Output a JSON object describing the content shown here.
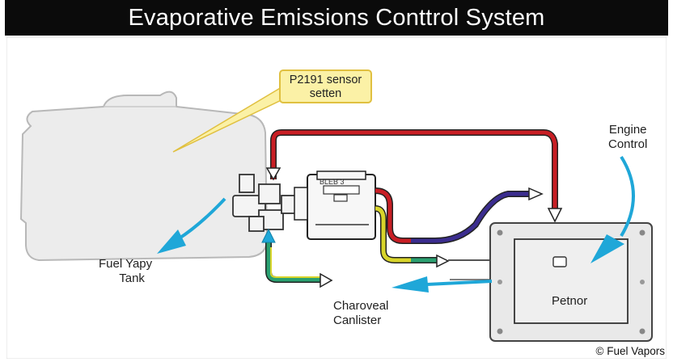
{
  "title": "Evaporative Emissions Conttrol System",
  "callout": {
    "line1": "P2191 sensor",
    "line2": "setten"
  },
  "labels": {
    "fuel_tank_line1": "Fuel Yapy",
    "fuel_tank_line2": "Tank",
    "engine_control_line1": "Engine",
    "engine_control_line2": "Control",
    "charcoal_canister_line1": "Charoveal",
    "charcoal_canister_line2": "Canlister",
    "module_label": "Petnor",
    "sensor_chip_text": "BLEB 3"
  },
  "credit": "© Fuel Vapors",
  "colors": {
    "title_bg": "#0b0b0b",
    "callout_fill": "#fbf1a6",
    "callout_border": "#e0c040",
    "pipe_red": "#c81e24",
    "pipe_purple": "#3b2d8f",
    "pipe_yellow": "#d8d42a",
    "pipe_green": "#2aa070",
    "arrow_blue": "#1fa7d8",
    "tank_fill": "#ececec"
  }
}
